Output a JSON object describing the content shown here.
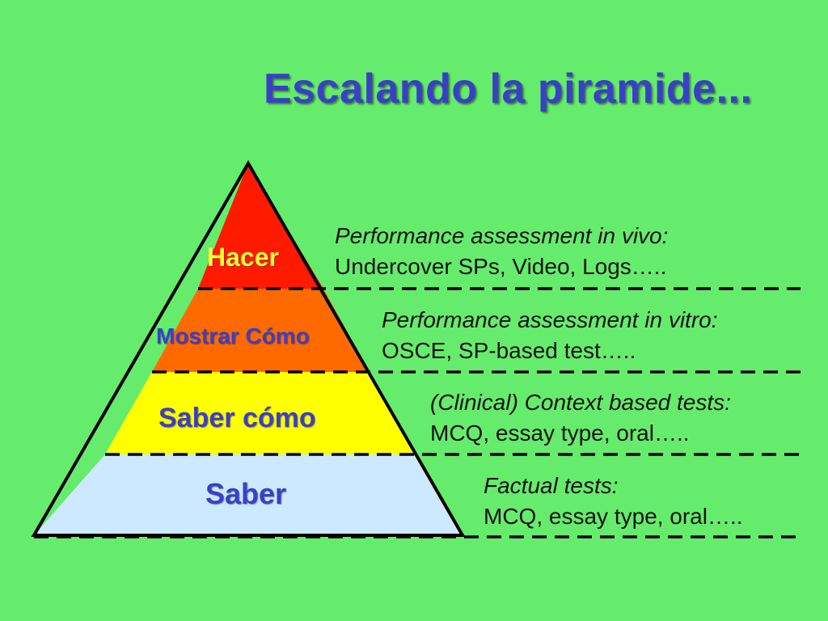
{
  "slide": {
    "title": "Escalando la piramide...",
    "colors": {
      "background": "#66ec6c",
      "title": "#3b3fc8",
      "hacer_fill": "#ff1a00",
      "mostrar_fill": "#ff6a00",
      "saber_como_fill": "#ffff00",
      "saber_fill": "#cce9ff"
    },
    "levels": [
      {
        "label": "Hacer",
        "label_color": "#ffff33",
        "description_title": "Performance assessment in vivo:",
        "description_body": "Undercover SPs, Video, Logs….."
      },
      {
        "label": "Mostrar Cómo",
        "label_color": "#3b3fc8",
        "description_title": "Performance assessment in vitro:",
        "description_body": "OSCE, SP-based test….."
      },
      {
        "label": "Saber cómo",
        "label_color": "#3b3fc8",
        "description_title": "(Clinical) Context based tests:",
        "description_body": "MCQ, essay type, oral….."
      },
      {
        "label": "Saber",
        "label_color": "#3b3fc8",
        "description_title": "Factual tests:",
        "description_body": "MCQ, essay type, oral….."
      }
    ]
  }
}
